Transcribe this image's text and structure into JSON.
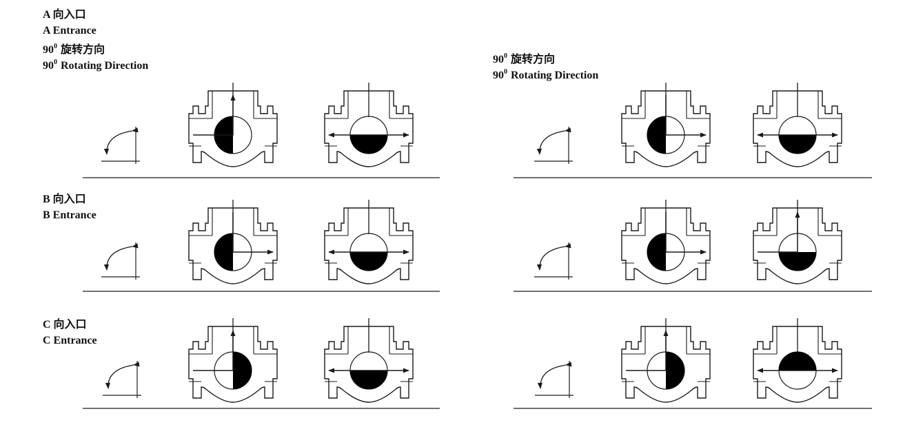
{
  "labels": {
    "a_cn": "A 向入口",
    "a_en": "A Entrance",
    "rot_prefix": "90",
    "rot_sup": "0",
    "rot_cn": " 旋转方向",
    "rot_en": " Rotating Direction",
    "b_cn": "B 向入口",
    "b_en": "B Entrance",
    "c_cn": "C 向入口",
    "c_en": "C Entrance"
  },
  "valves": [
    {
      "panel": "left",
      "row": "A",
      "position": 1,
      "ball": "left-half",
      "flow": [
        "left",
        "top"
      ]
    },
    {
      "panel": "left",
      "row": "A",
      "position": 2,
      "ball": "lower-half",
      "flow": [
        "left",
        "right"
      ]
    },
    {
      "panel": "right",
      "row": "A",
      "position": 1,
      "ball": "left-half",
      "flow": [
        "top",
        "right"
      ]
    },
    {
      "panel": "right",
      "row": "A",
      "position": 2,
      "ball": "lower-half",
      "flow": [
        "left",
        "right"
      ]
    },
    {
      "panel": "left",
      "row": "B",
      "position": 1,
      "ball": "left-half",
      "flow": [
        "top",
        "right"
      ]
    },
    {
      "panel": "left",
      "row": "B",
      "position": 2,
      "ball": "lower-half",
      "flow": [
        "left",
        "right"
      ]
    },
    {
      "panel": "right",
      "row": "B",
      "position": 1,
      "ball": "left-half",
      "flow": [
        "top",
        "right"
      ]
    },
    {
      "panel": "right",
      "row": "B",
      "position": 2,
      "ball": "lower-half",
      "flow": [
        "left",
        "top"
      ]
    },
    {
      "panel": "left",
      "row": "C",
      "position": 1,
      "ball": "right-half",
      "flow": [
        "left",
        "top"
      ]
    },
    {
      "panel": "left",
      "row": "C",
      "position": 2,
      "ball": "lower-half",
      "flow": [
        "left",
        "right"
      ]
    },
    {
      "panel": "right",
      "row": "C",
      "position": 1,
      "ball": "right-half",
      "flow": [
        "left",
        "top"
      ]
    },
    {
      "panel": "right",
      "row": "C",
      "position": 2,
      "ball": "upper-half",
      "flow": [
        "left",
        "right"
      ]
    }
  ],
  "colors": {
    "line": "#1a1a1a",
    "ball": "#000000",
    "background": "#ffffff"
  }
}
